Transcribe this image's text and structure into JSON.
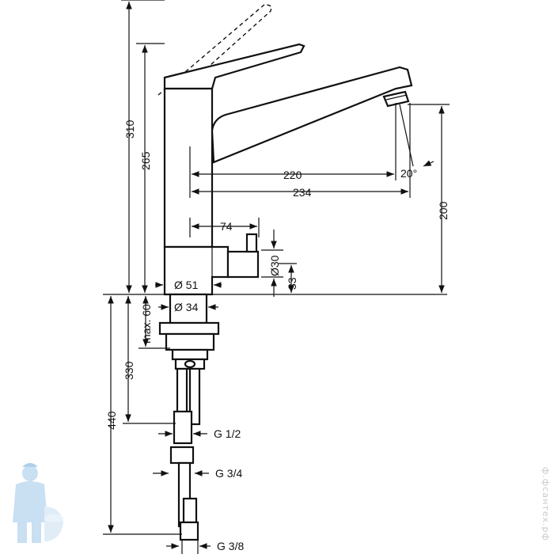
{
  "dimensions": {
    "total_height": "310",
    "body_height": "265",
    "spout_reach": "220",
    "spout_overall": "234",
    "spout_angle": "20°",
    "outlet_height": "200",
    "valve_offset": "74",
    "valve_diameter": "Ø30",
    "valve_height": "33",
    "body_diameter": "Ø 51",
    "shank_diameter": "Ø 34",
    "max_deck": "max. 60",
    "shank_length": "330",
    "hose_length": "440",
    "thread_1": "G 1/2",
    "thread_2": "G 3/4",
    "thread_3": "G 3/8"
  },
  "watermark": {
    "text": "ф.фсантех.рф",
    "icon": "plumber-mascot-icon"
  }
}
